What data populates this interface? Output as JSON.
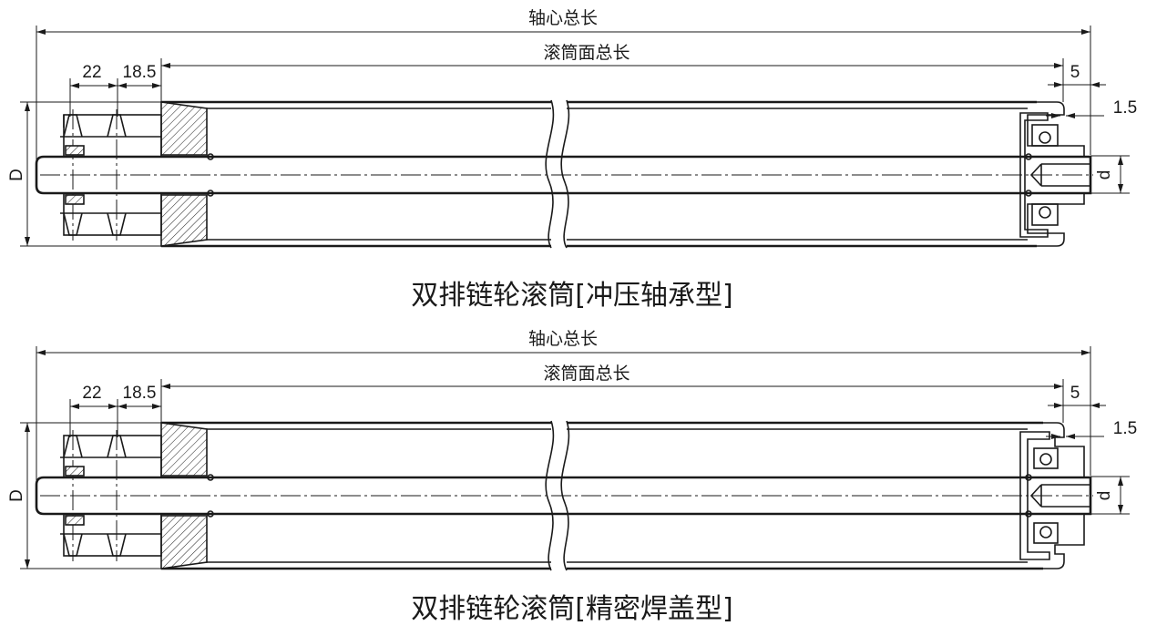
{
  "colors": {
    "line": "#1a1a1a",
    "background": "#ffffff"
  },
  "drawings": [
    {
      "caption": "双排链轮滚筒[冲压轴承型]",
      "dims": {
        "shaft_total": "轴心总长",
        "tube_face_total": "滚筒面总长",
        "sprocket_pitch_1": "22",
        "sprocket_pitch_2": "18.5",
        "end_gap": "5",
        "wall_gap": "1.5",
        "outer_diameter": "D",
        "shaft_diameter": "d"
      },
      "end_cap": "stamped-bearing"
    },
    {
      "caption": "双排链轮滚筒[精密焊盖型]",
      "dims": {
        "shaft_total": "轴心总长",
        "tube_face_total": "滚筒面总长",
        "sprocket_pitch_1": "22",
        "sprocket_pitch_2": "18.5",
        "end_gap": "5",
        "wall_gap": "1.5",
        "outer_diameter": "D",
        "shaft_diameter": "d"
      },
      "end_cap": "precision-welded"
    }
  ]
}
